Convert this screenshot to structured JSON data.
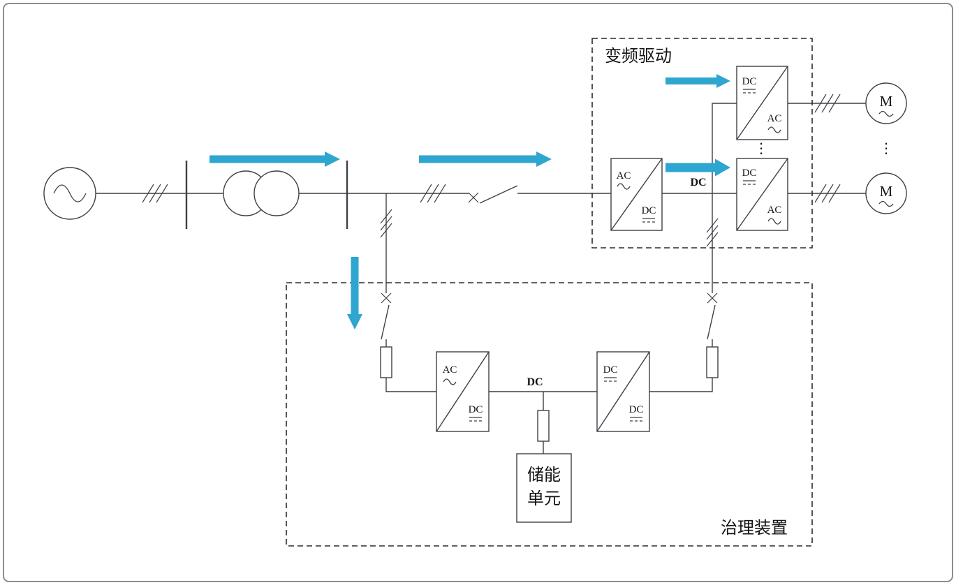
{
  "colors": {
    "arrow": "#2ea6cf",
    "wire": "#3f3f47"
  },
  "vfd_box": {
    "label": "变频驱动"
  },
  "gov_box": {
    "label": "治理装置"
  },
  "storage_unit": {
    "line1": "储能",
    "line2": "单元"
  },
  "dc_labels": {
    "vfd": "DC",
    "gov": "DC"
  },
  "blocks": {
    "vfd_rectifier": {
      "top": "AC",
      "bottom": "DC"
    },
    "vfd_inverter1": {
      "top": "DC",
      "bottom": "AC"
    },
    "vfd_inverter2": {
      "top": "DC",
      "bottom": "AC"
    },
    "gov_converter": {
      "top": "AC",
      "bottom": "DC"
    },
    "gov_chopper": {
      "top": "DC",
      "bottom": "DC"
    }
  },
  "motors": {
    "m1": "M",
    "m2": "M"
  },
  "ellipsis": "⋮"
}
